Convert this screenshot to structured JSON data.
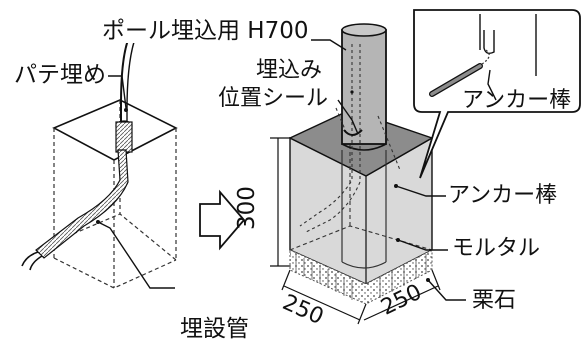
{
  "labels": {
    "pole_embed": "ポール埋込用 H700",
    "putty_fill": "パテ埋め",
    "embed_position_seal_line1": "埋込み",
    "embed_position_seal_line2": "位置シール",
    "anchor_rod_callout": "アンカー棒",
    "anchor_rod": "アンカー棒",
    "mortar": "モルタル",
    "gravel": "栗石",
    "buried_pipe": "埋設管"
  },
  "dimensions": {
    "height": "300",
    "width_left": "250",
    "width_right": "250"
  }
}
